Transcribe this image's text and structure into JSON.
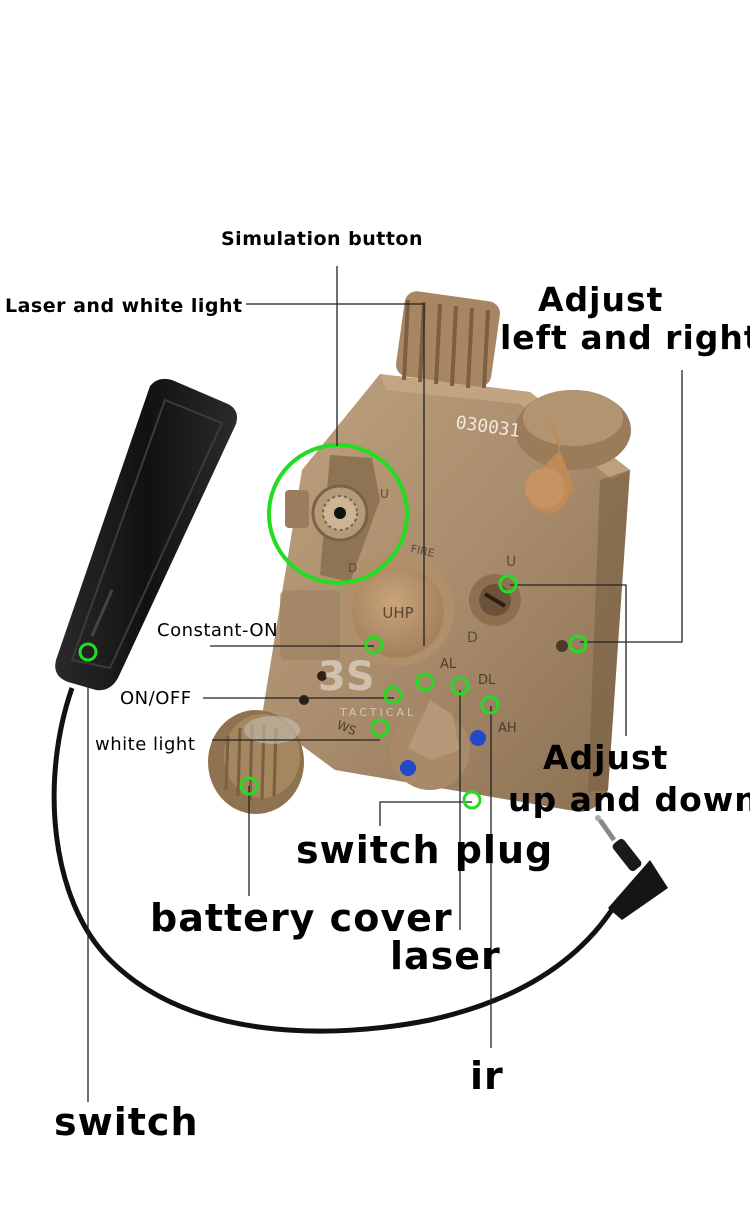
{
  "labels": {
    "simulation_button": "Simulation button",
    "laser_white_light": "Laser and white light",
    "adjust_lr_line1": "Adjust",
    "adjust_lr_line2": "left and right",
    "constant_on": "Constant-ON",
    "on_off": "ON/OFF",
    "white_light": "white light",
    "adjust_ud_line1": "Adjust",
    "adjust_ud_line2": "up and down",
    "switch_plug": "switch plug",
    "battery_cover": "battery cover",
    "laser": "laser",
    "ir": "ir",
    "switch": "switch"
  },
  "device_markings": {
    "serial": "030031",
    "uhp": "UHP",
    "fire": "FIRE",
    "u_top": "U",
    "d_top": "D",
    "u_right": "U",
    "d_right": "D",
    "al_mode": "AL",
    "dl_mode": "DL",
    "ah_mode": "AH",
    "ws_mode": "WS",
    "watermark": "3S",
    "watermark_sub": "TACTICAL"
  },
  "colors": {
    "device_body": "#a88c6c",
    "device_dark": "#7d6448",
    "pad_black": "#1b1b1b",
    "marker_green": "#22dd22",
    "screw_blue": "#2448c8"
  },
  "icons": [
    "green-circle-marker-icon"
  ]
}
